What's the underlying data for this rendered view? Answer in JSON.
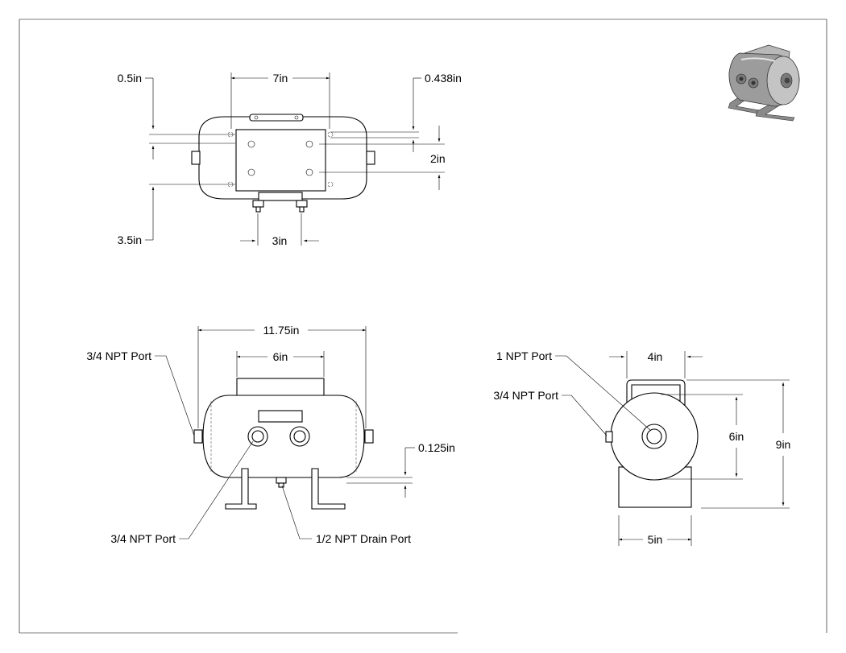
{
  "top_view": {
    "dim_width": "7in",
    "dim_mount_offset": "0.5in",
    "dim_right_offset": "0.438in",
    "dim_hole_spacing_v": "2in",
    "dim_base_offset": "3.5in",
    "dim_port_spacing": "3in"
  },
  "front_view": {
    "dim_overall_length": "11.75in",
    "dim_bracket_width": "6in",
    "dim_foot_clearance": "0.125in",
    "label_port_left": "3/4 NPT Port",
    "label_port_bottom": "3/4 NPT Port",
    "label_drain": "1/2 NPT Drain Port"
  },
  "side_view": {
    "dim_bracket_width": "4in",
    "dim_tank_diameter": "6in",
    "dim_overall_height": "9in",
    "dim_base_width": "5in",
    "label_main_port": "1 NPT Port",
    "label_side_port": "3/4 NPT Port"
  },
  "iso_view": {
    "icon": "air-tank-iso-icon"
  }
}
